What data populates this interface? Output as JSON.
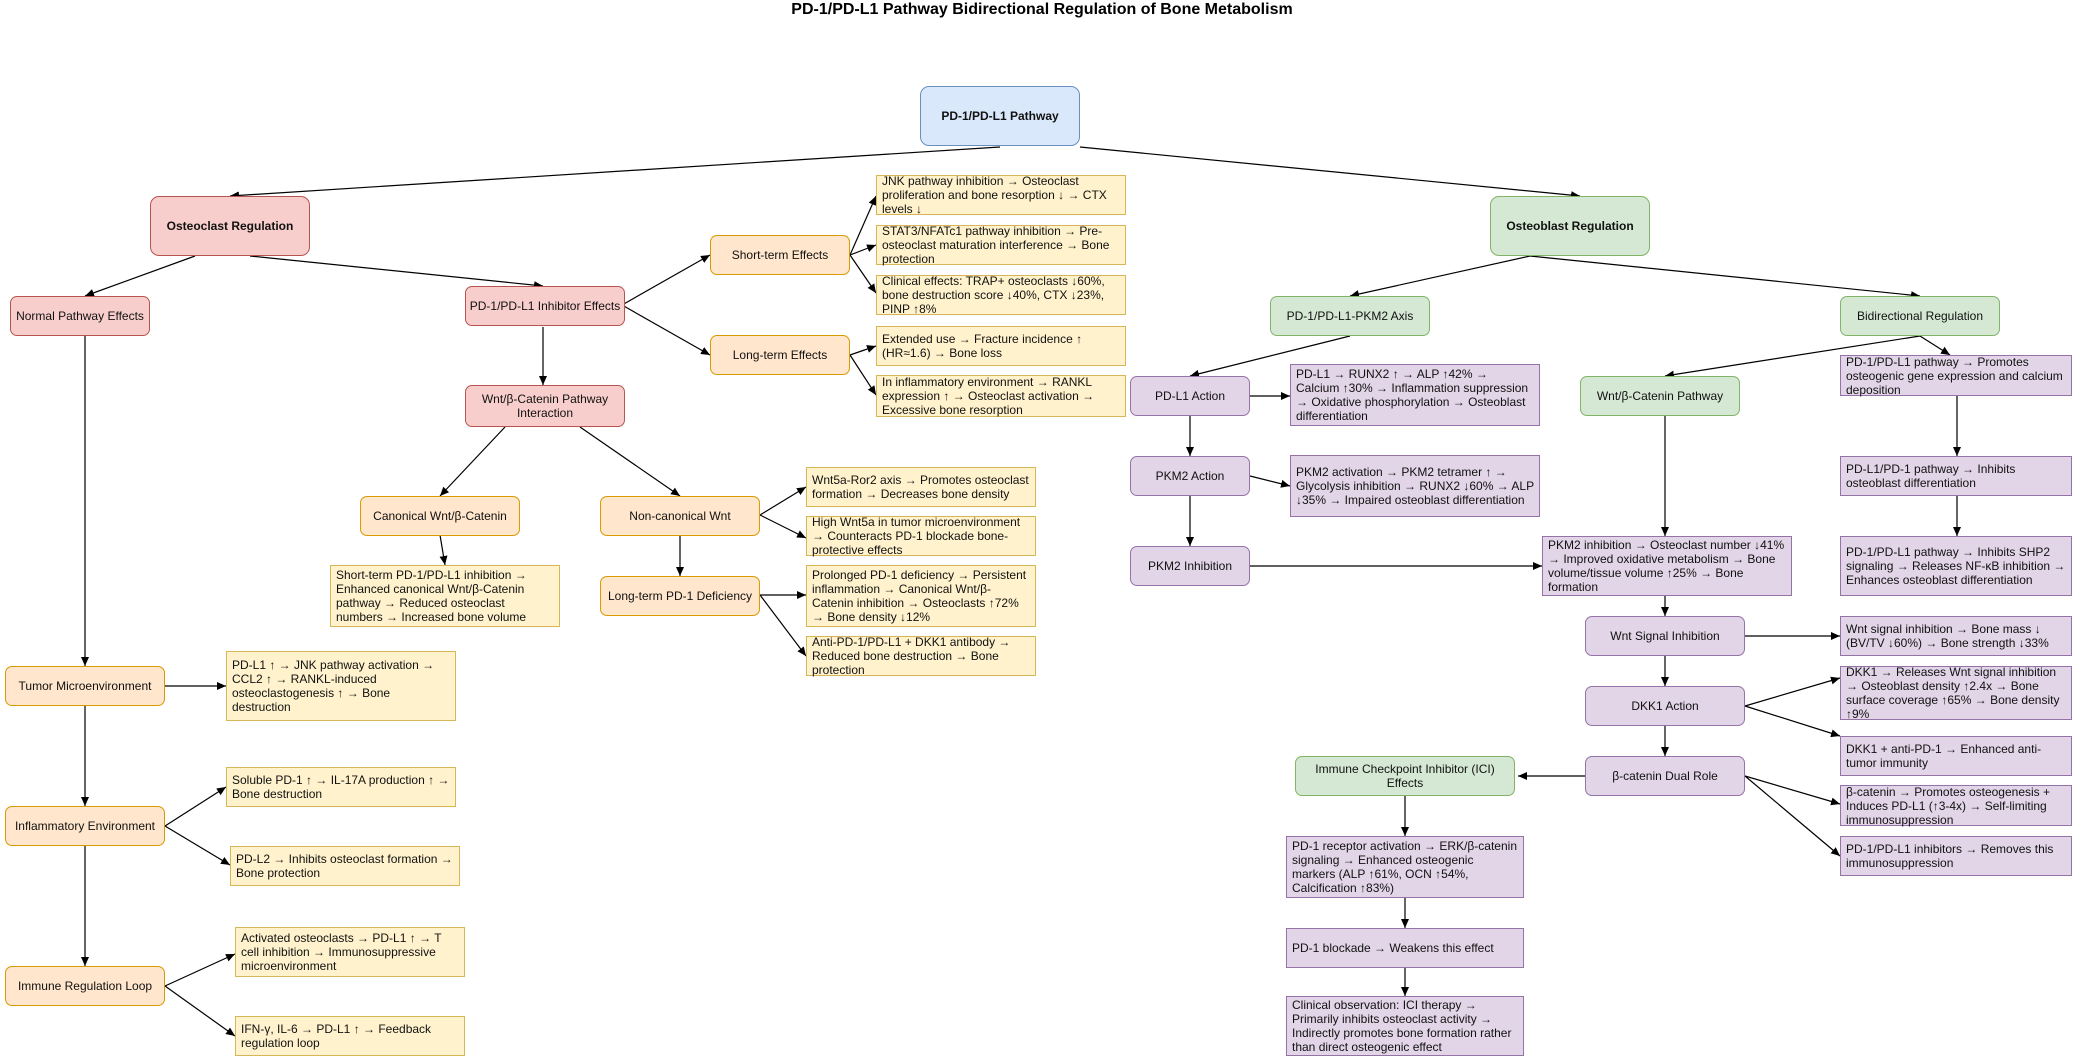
{
  "title": "PD-1/PD-L1 Pathway Bidirectional Regulation of Bone Metabolism",
  "nodes": {
    "root": "PD-1/PD-L1 Pathway",
    "osteoclast_regulation": "Osteoclast Regulation",
    "osteoblast_regulation": "Osteoblast Regulation",
    "normal_pathway_effects": "Normal Pathway Effects",
    "inhibitor_effects": "PD-1/PD-L1 Inhibitor Effects",
    "short_term_effects": "Short-term Effects",
    "long_term_effects": "Long-term Effects",
    "wnt_interaction": "Wnt/β-Catenin Pathway Interaction",
    "canonical_wnt": "Canonical Wnt/β-Catenin",
    "noncanonical_wnt": "Non-canonical Wnt",
    "long_term_pd1_deficiency": "Long-term PD-1 Deficiency",
    "tumor_microenvironment": "Tumor Microenvironment",
    "inflammatory_environment": "Inflammatory Environment",
    "immune_regulation_loop": "Immune Regulation Loop",
    "pkm2_axis": "PD-1/PD-L1-PKM2 Axis",
    "bidirectional_regulation": "Bidirectional Regulation",
    "pdl1_action": "PD-L1 Action",
    "pkm2_action": "PKM2 Action",
    "pkm2_inhibition": "PKM2 Inhibition",
    "wnt_catenin_pathway": "Wnt/β-Catenin Pathway",
    "wnt_signal_inhibition": "Wnt Signal Inhibition",
    "dkk1_action": "DKK1 Action",
    "beta_catenin_dual_role": "β-catenin Dual Role",
    "ici_effects": "Immune Checkpoint Inhibitor (ICI) Effects"
  },
  "notes": {
    "jnk_inhibition": "JNK pathway inhibition → Osteoclast proliferation and bone resorption ↓ → CTX levels ↓",
    "stat3_inhibition": "STAT3/NFATc1 pathway inhibition → Pre-osteoclast maturation interference → Bone protection",
    "clinical_effects": "Clinical effects: TRAP+ osteoclasts ↓60%, bone destruction score ↓40%, CTX ↓23%, PINP ↑8%",
    "extended_use": "Extended use → Fracture incidence ↑ (HR≈1.6) → Bone loss",
    "inflammatory_rankl": "In inflammatory environment → RANKL expression ↑ → Osteoclast activation → Excessive bone resorption",
    "wnt5a_ror2": "Wnt5a-Ror2 axis → Promotes osteoclast formation → Decreases bone density",
    "high_wnt5a": "High Wnt5a in tumor microenvironment → Counteracts PD-1 blockade bone-protective effects",
    "short_term_canonical": "Short-term PD-1/PD-L1 inhibition → Enhanced canonical Wnt/β-Catenin pathway → Reduced osteoclast numbers → Increased bone volume",
    "prolonged_deficiency": "Prolonged PD-1 deficiency → Persistent inflammation → Canonical Wnt/β-Catenin inhibition → Osteoclasts ↑72% → Bone density ↓12%",
    "anti_pd1_dkk1": "Anti-PD-1/PD-L1 + DKK1 antibody → Reduced bone destruction → Bone protection",
    "tumor_pdl1": "PD-L1 ↑ → JNK pathway activation → CCL2 ↑ → RANKL-induced osteoclastogenesis ↑ → Bone destruction",
    "soluble_pd1": "Soluble PD-1 ↑ → IL-17A production ↑ → Bone destruction",
    "pdl2": "PD-L2 → Inhibits osteoclast formation → Bone protection",
    "activated_osteoclasts": "Activated osteoclasts → PD-L1 ↑ → T cell inhibition → Immunosuppressive microenvironment",
    "ifn_il6": "IFN-γ, IL-6 → PD-L1 ↑ → Feedback regulation loop",
    "pdl1_runx2": "PD-L1 → RUNX2 ↑ → ALP ↑42% → Calcium ↑30% → Inflammation suppression → Oxidative phosphorylation → Osteoblast differentiation",
    "pkm2_activation": "PKM2 activation → PKM2 tetramer ↑ → Glycolysis inhibition → RUNX2 ↓60% → ALP ↓35% → Impaired osteoblast differentiation",
    "pkm2_inhibition_result": "PKM2 inhibition → Osteoclast number ↓41% → Improved oxidative metabolism → Bone volume/tissue volume ↑25% → Bone formation",
    "promotes_osteogenic": "PD-1/PD-L1 pathway → Promotes osteogenic gene expression and calcium deposition",
    "inhibits_osteoblast": "PD-L1/PD-1 pathway → Inhibits osteoblast differentiation",
    "inhibits_shp2": "PD-1/PD-L1 pathway → Inhibits SHP2 signaling → Releases NF-κB inhibition → Enhances osteoblast differentiation",
    "wnt_inhibition_result": "Wnt signal inhibition → Bone mass ↓ (BV/TV ↓60%) → Bone strength ↓33%",
    "dkk1_releases": "DKK1 → Releases Wnt signal inhibition → Osteoblast density ↑2.4x → Bone surface coverage ↑65% → Bone density ↑9%",
    "dkk1_antipd1": "DKK1 + anti-PD-1 → Enhanced anti-tumor immunity",
    "beta_catenin_promotes": "β-catenin → Promotes osteogenesis + Induces PD-L1 (↑3-4x) → Self-limiting immunosuppression",
    "inhibitors_remove": "PD-1/PD-L1 inhibitors → Removes this immunosuppression",
    "pd1_receptor_activation": "PD-1 receptor activation → ERK/β-catenin signaling → Enhanced osteogenic markers (ALP ↑61%, OCN ↑54%, Calcification ↑83%)",
    "pd1_blockade": "PD-1 blockade → Weakens this effect",
    "clinical_observation": "Clinical observation: ICI therapy → Primarily inhibits osteoclast activity → Indirectly promotes bone formation rather than direct osteogenic effect"
  },
  "colors": {
    "blue_fill": "#dae8fc",
    "red_fill": "#f8cecc",
    "green_fill": "#d5e8d4",
    "orange_fill": "#ffe6cc",
    "yellow_fill": "#fff2cc",
    "purple_fill": "#e1d5e7"
  }
}
